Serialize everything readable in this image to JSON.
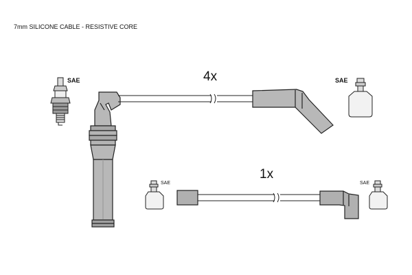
{
  "header": {
    "title": "7mm SILICONE CABLE - RESISTIVE CORE"
  },
  "set_long": {
    "quantity": "4x"
  },
  "set_short": {
    "quantity": "1x"
  },
  "terminal_labels": {
    "left_plug": "SAE",
    "right_top": "SAE",
    "short_left": "SAE",
    "short_right": "SAE"
  },
  "colors": {
    "part_fill": "#b4b4b4",
    "part_fill_dark": "#8e8e8e",
    "terminal_fill": "#f2f2f2",
    "outline": "#222222"
  }
}
